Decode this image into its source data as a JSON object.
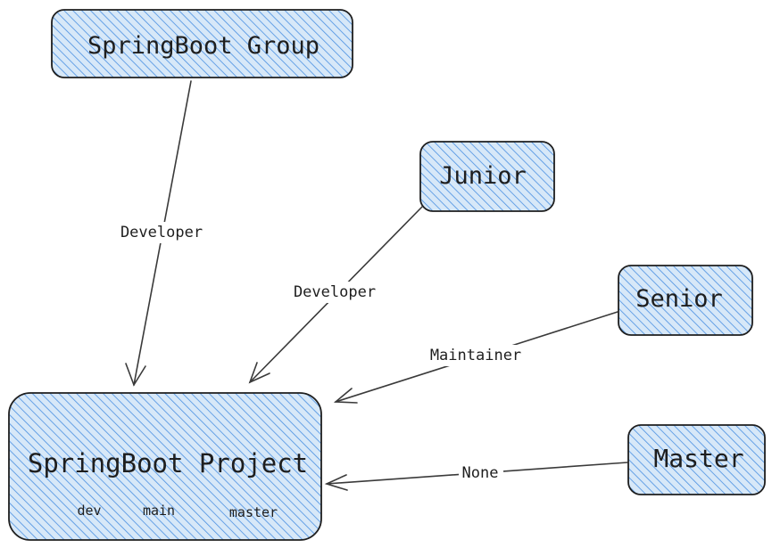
{
  "nodes": {
    "group": {
      "label": "SpringBoot Group"
    },
    "junior": {
      "label": "Junior"
    },
    "senior": {
      "label": "Senior"
    },
    "master": {
      "label": "Master"
    },
    "project": {
      "label": "SpringBoot Project",
      "branches": [
        "dev",
        "main",
        "master"
      ]
    }
  },
  "edges": [
    {
      "from": "group",
      "to": "project",
      "label": "Developer"
    },
    {
      "from": "junior",
      "to": "project",
      "label": "Developer"
    },
    {
      "from": "senior",
      "to": "project",
      "label": "Maintainer"
    },
    {
      "from": "master",
      "to": "project",
      "label": "None"
    }
  ],
  "colors": {
    "fill_hatch": "#4a90e2",
    "fill_background": "#d7e8f8",
    "stroke": "#1e1e1e"
  }
}
